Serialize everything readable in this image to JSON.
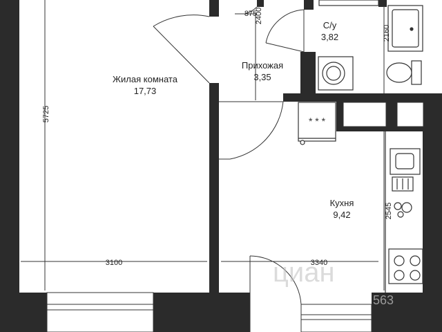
{
  "rooms": {
    "living": {
      "name": "Жилая комната",
      "area": "17,73"
    },
    "hall": {
      "name": "Прихожая",
      "area": "3,35"
    },
    "bath": {
      "name": "С/у",
      "area": "3,82"
    },
    "kitchen": {
      "name": "Кухня",
      "area": "9,42"
    }
  },
  "dimensions": {
    "living_height": "5725",
    "living_width": "3100",
    "kitchen_width": "3340",
    "kitchen_height": "2545",
    "bath_height": "2160",
    "hall_height": "2400",
    "hall_width": "875"
  },
  "watermark": {
    "brand": "циан",
    "number": "563"
  },
  "colors": {
    "wall": "#2b2b2b",
    "line": "#333333",
    "fixture_fill": "#ffffff",
    "watermark": "#bfbfbf"
  }
}
